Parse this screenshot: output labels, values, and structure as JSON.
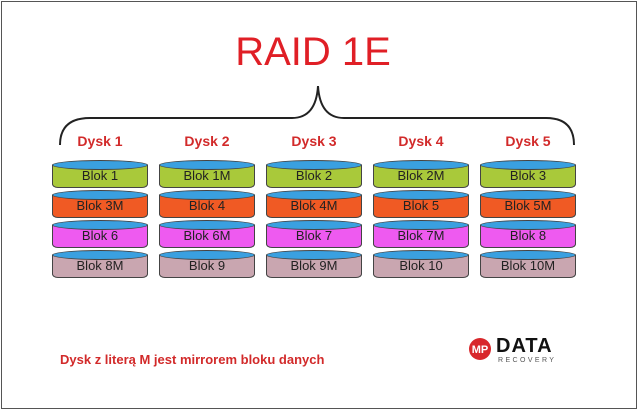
{
  "title": "RAID 1E",
  "disks": [
    {
      "label": "Dysk 1",
      "blocks": [
        "Blok 1",
        "Blok 3M",
        "Blok 6",
        "Blok 8M"
      ]
    },
    {
      "label": "Dysk 2",
      "blocks": [
        "Blok 1M",
        "Blok 4",
        "Blok 6M",
        "Blok 9"
      ]
    },
    {
      "label": "Dysk 3",
      "blocks": [
        "Blok 2",
        "Blok 4M",
        "Blok 7",
        "Blok 9M"
      ]
    },
    {
      "label": "Dysk 4",
      "blocks": [
        "Blok 2M",
        "Blok 5",
        "Blok 7M",
        "Blok 10"
      ]
    },
    {
      "label": "Dysk 5",
      "blocks": [
        "Blok 3",
        "Blok 5M",
        "Blok 8",
        "Blok 10M"
      ]
    }
  ],
  "layer_colors": [
    {
      "side": "#a9c93a",
      "top": "#3aa0e0"
    },
    {
      "side": "#f05a24",
      "top": "#3aa0e0"
    },
    {
      "side": "#ee5af0",
      "top": "#3aa0e0"
    },
    {
      "side": "#c9a6b0",
      "top": "#3aa0e0"
    }
  ],
  "note": "Dysk z literą M jest mirrorem bloku danych",
  "logo": {
    "main": "DATA",
    "sub": "RECOVERY",
    "mark": "MP"
  },
  "colors": {
    "accent": "#e01f26",
    "label": "#d22a2a"
  }
}
